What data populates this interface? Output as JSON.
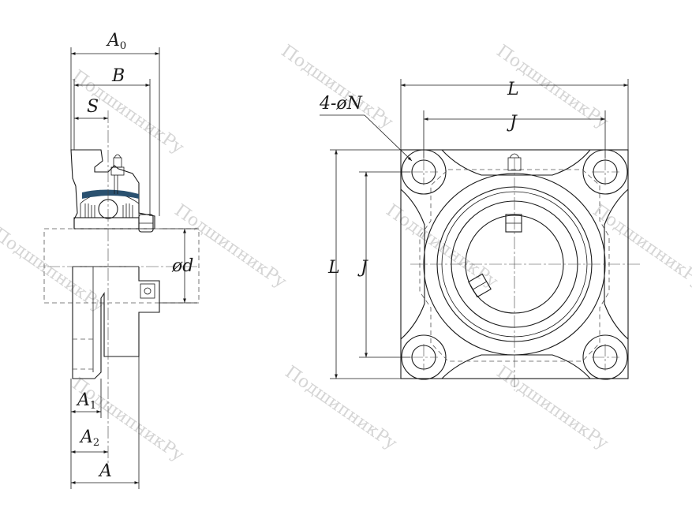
{
  "colors": {
    "housing_fill": "#9fd3ec",
    "line": "#1a1a1a",
    "watermark": "#c8c8c8"
  },
  "side_view": {
    "labels": {
      "A0_main": "A",
      "A0_sub": "0",
      "B": "B",
      "S": "S",
      "d": "ød",
      "A1_main": "A",
      "A1_sub": "1",
      "A2_main": "A",
      "A2_sub": "2",
      "A": "A"
    }
  },
  "front_view": {
    "labels": {
      "bolt_holes": "4-øN",
      "L_top": "L",
      "J_top": "J",
      "L_left": "L",
      "J_left": "J"
    }
  },
  "watermark": {
    "text": "ПодшипникРу"
  }
}
